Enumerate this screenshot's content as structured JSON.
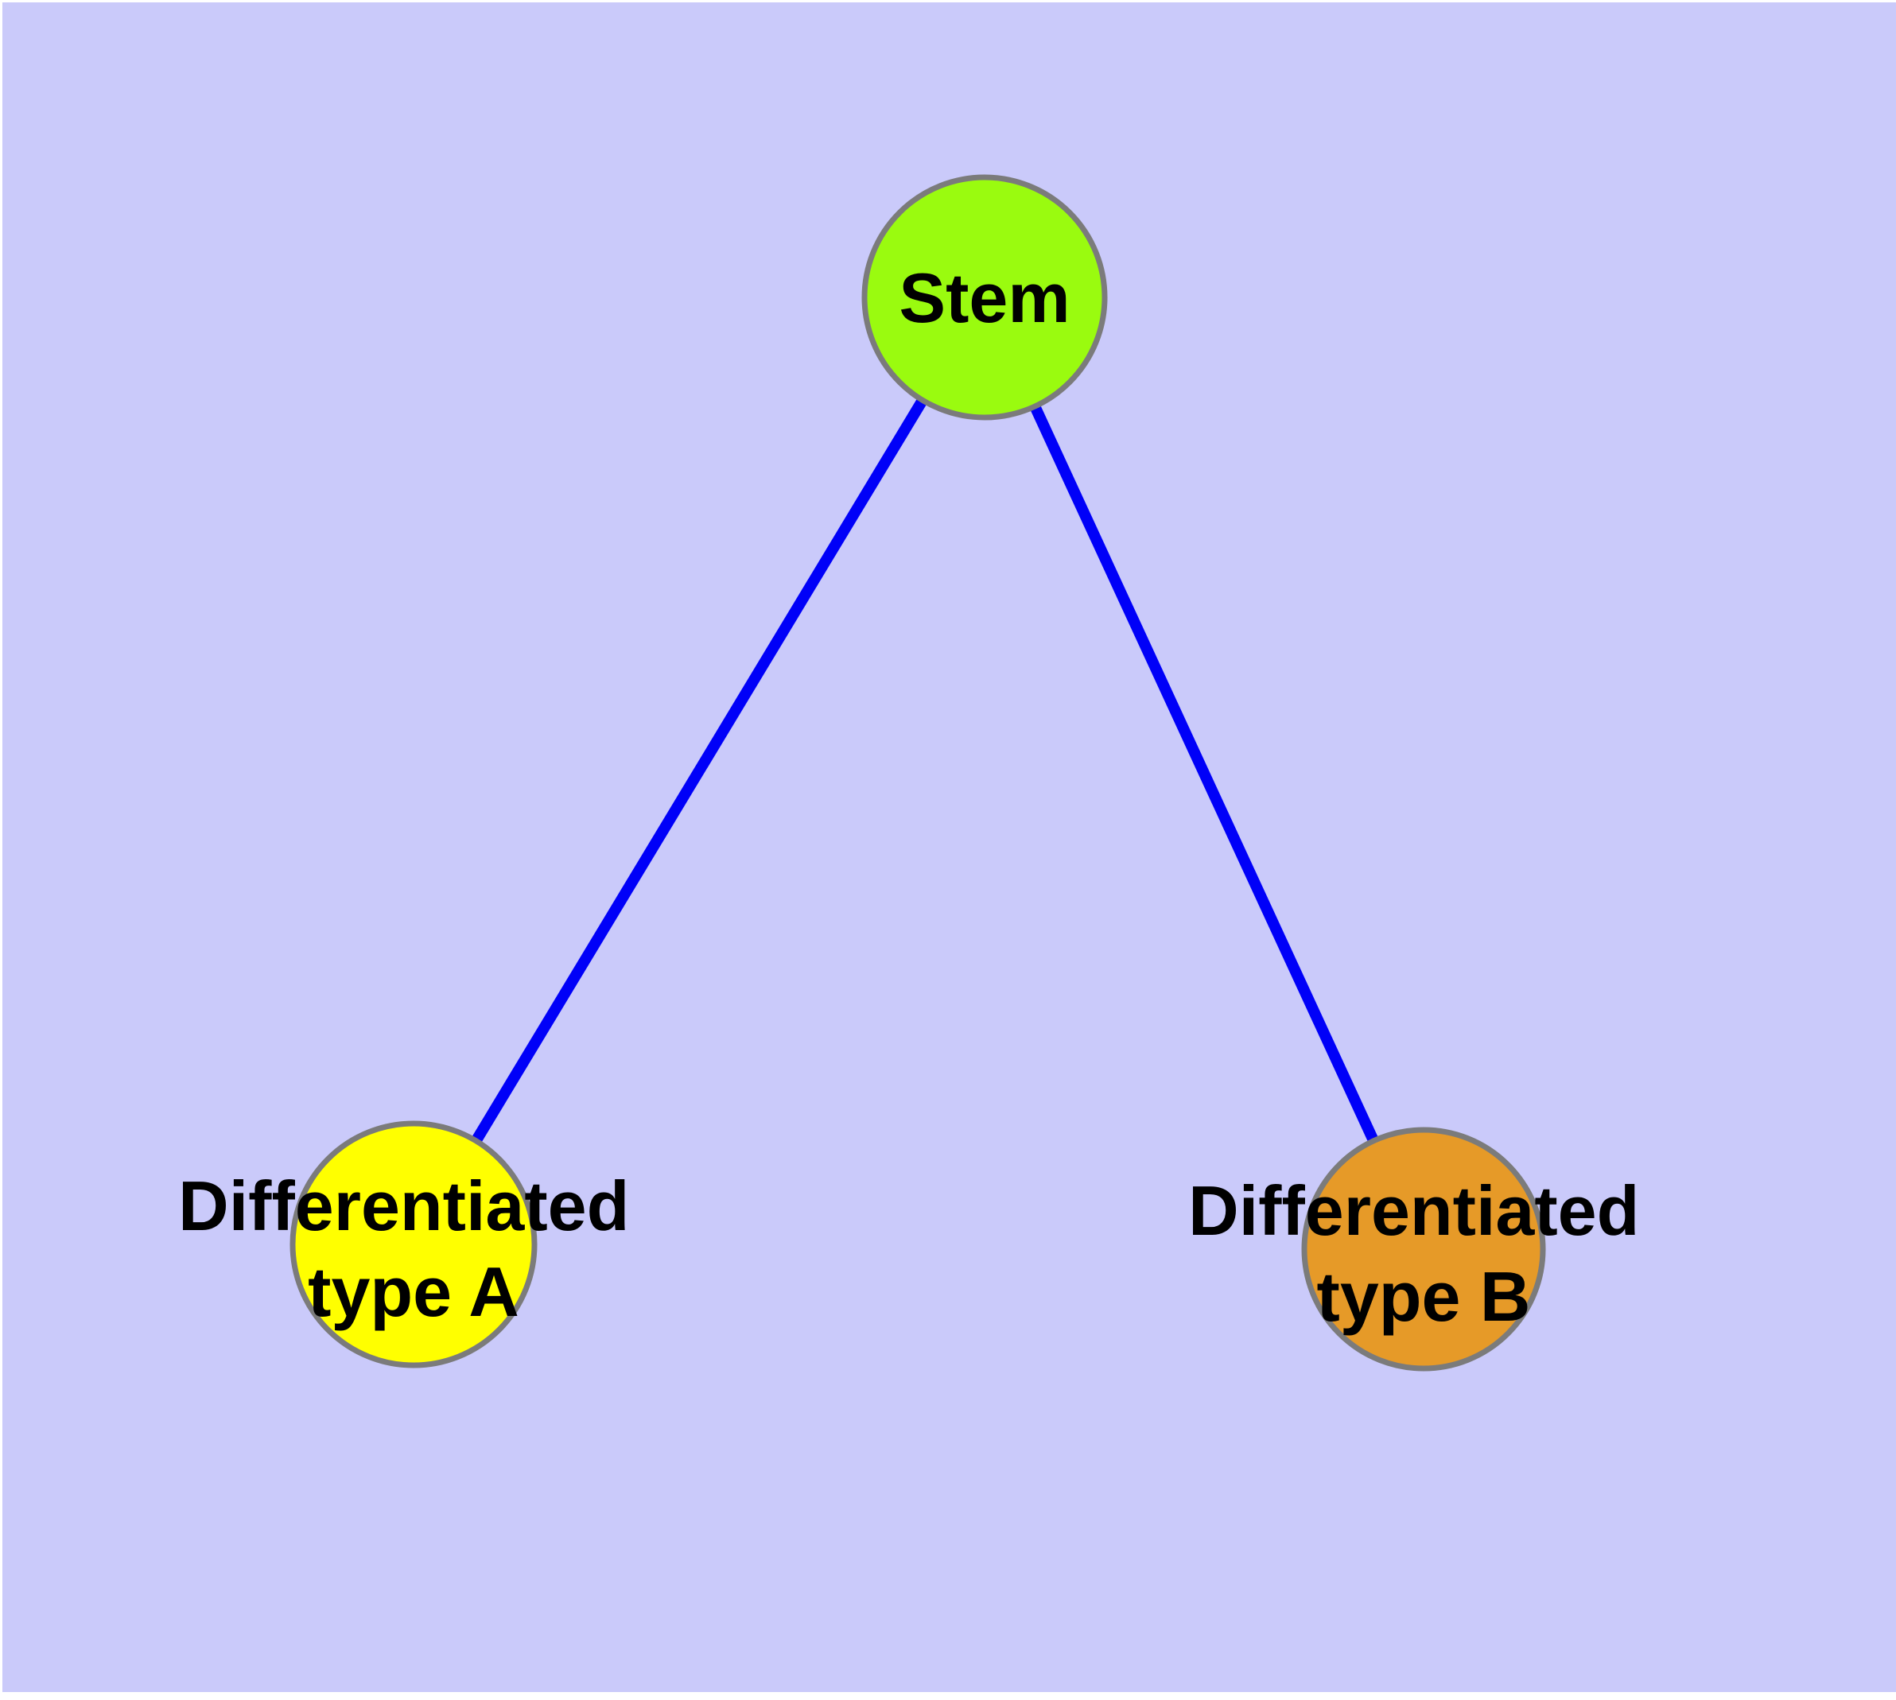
{
  "diagram": {
    "colors": {
      "background": "#CACAFA",
      "edge": "#0000F8",
      "node_border": "#7B7B7B",
      "label_text": "#000000"
    },
    "nodes": [
      {
        "id": "stem",
        "label": "Stem",
        "fill": "#9AFB0F"
      },
      {
        "id": "differentiated-type-a",
        "label_line1": "Differentiated",
        "label_line2": "type A",
        "fill": "#FFFF00"
      },
      {
        "id": "differentiated-type-b",
        "label_line1": "Differentiated",
        "label_line2": "type B",
        "fill": "#E69A28"
      }
    ],
    "edges": [
      {
        "from": "Stem",
        "to": "Differentiated type A"
      },
      {
        "from": "Stem",
        "to": "Differentiated type B"
      }
    ]
  }
}
